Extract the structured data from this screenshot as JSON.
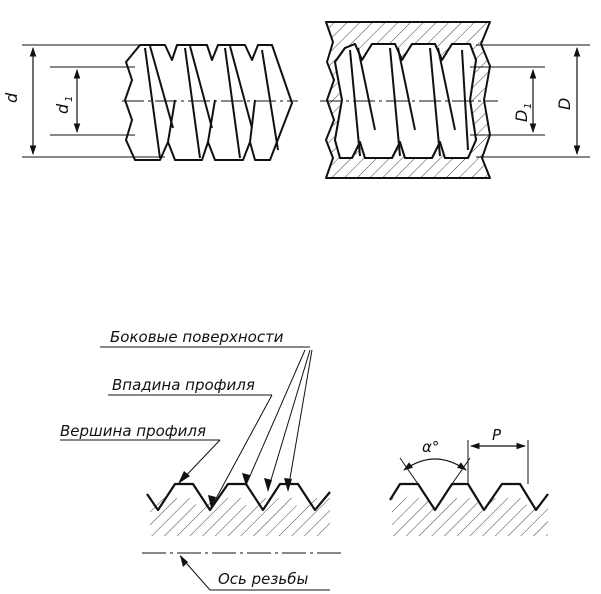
{
  "dims": {
    "d": "d",
    "d1_main": "d",
    "d1_sub": "1",
    "D": "D",
    "D1_main": "D",
    "D1_sub": "1"
  },
  "annotations": {
    "side_surfaces": "Боковые поверхности",
    "root": "Впадина профиля",
    "crest": "Вершина профиля",
    "axis": "Ось резьбы"
  },
  "profile": {
    "angle": "α°",
    "pitch": "P"
  },
  "colors": {
    "ink": "#111111",
    "hatch": "#444444"
  }
}
